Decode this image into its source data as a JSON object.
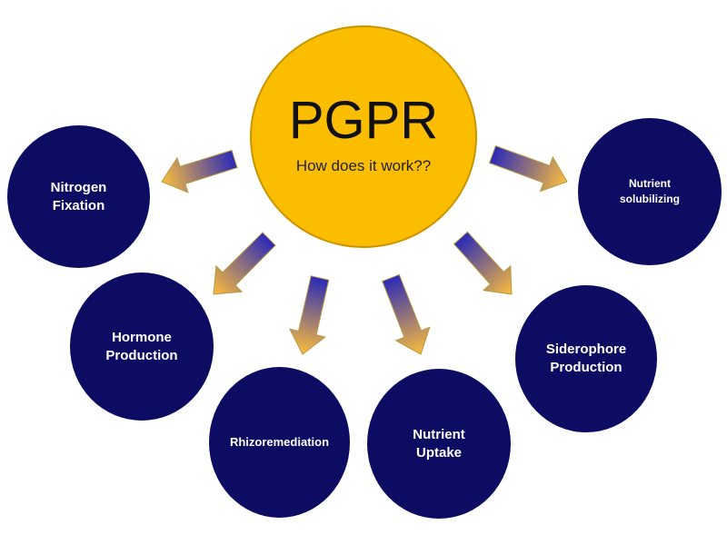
{
  "hub": {
    "title": "PGPR",
    "subtitle": "How does it work??"
  },
  "nodes": [
    {
      "id": "nitrogen-fixation",
      "line1": "Nitrogen",
      "line2": "Fixation"
    },
    {
      "id": "nutrient-solubilizing",
      "line1": "Nutrient",
      "line2": "solubilizing"
    },
    {
      "id": "hormone-production",
      "line1": "Hormone",
      "line2": "Production"
    },
    {
      "id": "siderophore-production",
      "line1": "Siderophore",
      "line2": "Production"
    },
    {
      "id": "rhizoremediation",
      "line1": "Rhizoremediation"
    },
    {
      "id": "nutrient-uptake",
      "line1": "Nutrient",
      "line2": "Uptake"
    }
  ],
  "colors": {
    "node_fill": "#0c0c63",
    "hub_fill": "#fbbd00",
    "arrow_start": "#2a2ab8",
    "arrow_end": "#fbbd3c"
  }
}
